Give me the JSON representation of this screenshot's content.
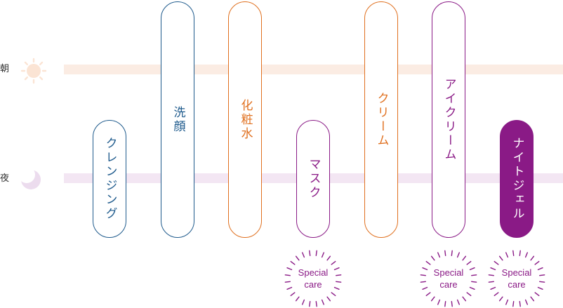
{
  "rows": {
    "morning": {
      "label": "朝",
      "icon": "sun-icon"
    },
    "night": {
      "label": "夜",
      "icon": "moon-icon"
    }
  },
  "steps": [
    {
      "label": "クレンジング",
      "color": "#1e5a8c",
      "routine": "night"
    },
    {
      "label": "洗顔",
      "color": "#1e5a8c",
      "routine": "morning-and-night"
    },
    {
      "label": "化粧水",
      "color": "#e0701f",
      "routine": "morning-and-night"
    },
    {
      "label": "マスク",
      "color": "#8a1a86",
      "routine": "night",
      "special_care": true
    },
    {
      "label": "クリーム",
      "color": "#e0701f",
      "routine": "morning-and-night"
    },
    {
      "label": "アイクリーム",
      "color": "#8a1a86",
      "routine": "morning-and-night",
      "special_care": true
    },
    {
      "label": "ナイトジェル",
      "color": "#8a1a86",
      "routine": "night",
      "special_care": true,
      "filled": true
    }
  ],
  "special_care": {
    "line1": "Special",
    "line2": "care",
    "icon": "starburst-icon"
  },
  "colors": {
    "morning_band": "#fbece3",
    "night_band": "#f3e6f3",
    "sun": "#fbe4d4",
    "moon": "#ecdcee",
    "accent": "#8a1a86"
  }
}
